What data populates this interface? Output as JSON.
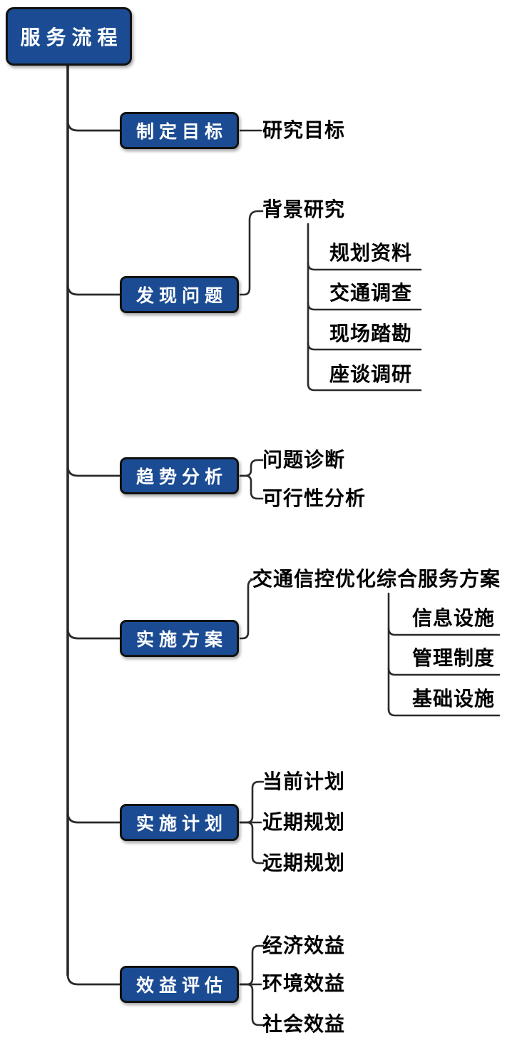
{
  "diagram": {
    "root": {
      "label": "服务流程"
    },
    "branches": [
      {
        "label": "制定目标",
        "children": [
          {
            "label": "研究目标"
          }
        ]
      },
      {
        "label": "发现问题",
        "children": [
          {
            "label": "背景研究",
            "children": [
              {
                "label": "规划资料"
              },
              {
                "label": "交通调查"
              },
              {
                "label": "现场踏勘"
              },
              {
                "label": "座谈调研"
              }
            ]
          }
        ]
      },
      {
        "label": "趋势分析",
        "children": [
          {
            "label": "问题诊断"
          },
          {
            "label": "可行性分析"
          }
        ]
      },
      {
        "label": "实施方案",
        "children": [
          {
            "label": "交通信控优化综合服务方案",
            "children": [
              {
                "label": "信息设施"
              },
              {
                "label": "管理制度"
              },
              {
                "label": "基础设施"
              }
            ]
          }
        ]
      },
      {
        "label": "实施计划",
        "children": [
          {
            "label": "当前计划"
          },
          {
            "label": "近期规划"
          },
          {
            "label": "远期规划"
          }
        ]
      },
      {
        "label": "效益评估",
        "children": [
          {
            "label": "经济效益"
          },
          {
            "label": "环境效益"
          },
          {
            "label": "社会效益"
          }
        ]
      }
    ]
  },
  "colors": {
    "node_fill": "#1b4c93",
    "node_border": "#121212",
    "node_text": "#ffffff",
    "label_text": "#000000",
    "line": "#2a2a2a",
    "background": "#ffffff"
  }
}
